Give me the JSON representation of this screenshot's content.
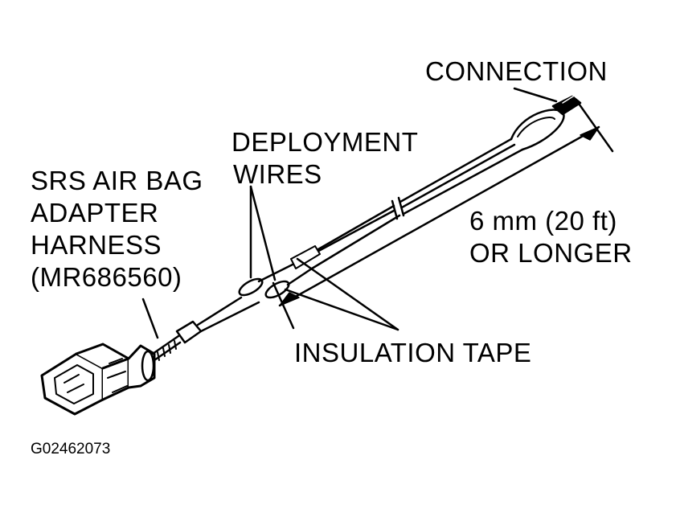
{
  "labels": {
    "connection": "CONNECTION",
    "deployment_wires": [
      "DEPLOYMENT",
      "WIRES"
    ],
    "adapter_harness": [
      "SRS AIR BAG",
      "ADAPTER",
      "HARNESS",
      "(MR686560)"
    ],
    "length": [
      "6 mm (20 ft)",
      "OR LONGER"
    ],
    "insulation_tape": "INSULATION TAPE"
  },
  "figure_code": "G02462073"
}
